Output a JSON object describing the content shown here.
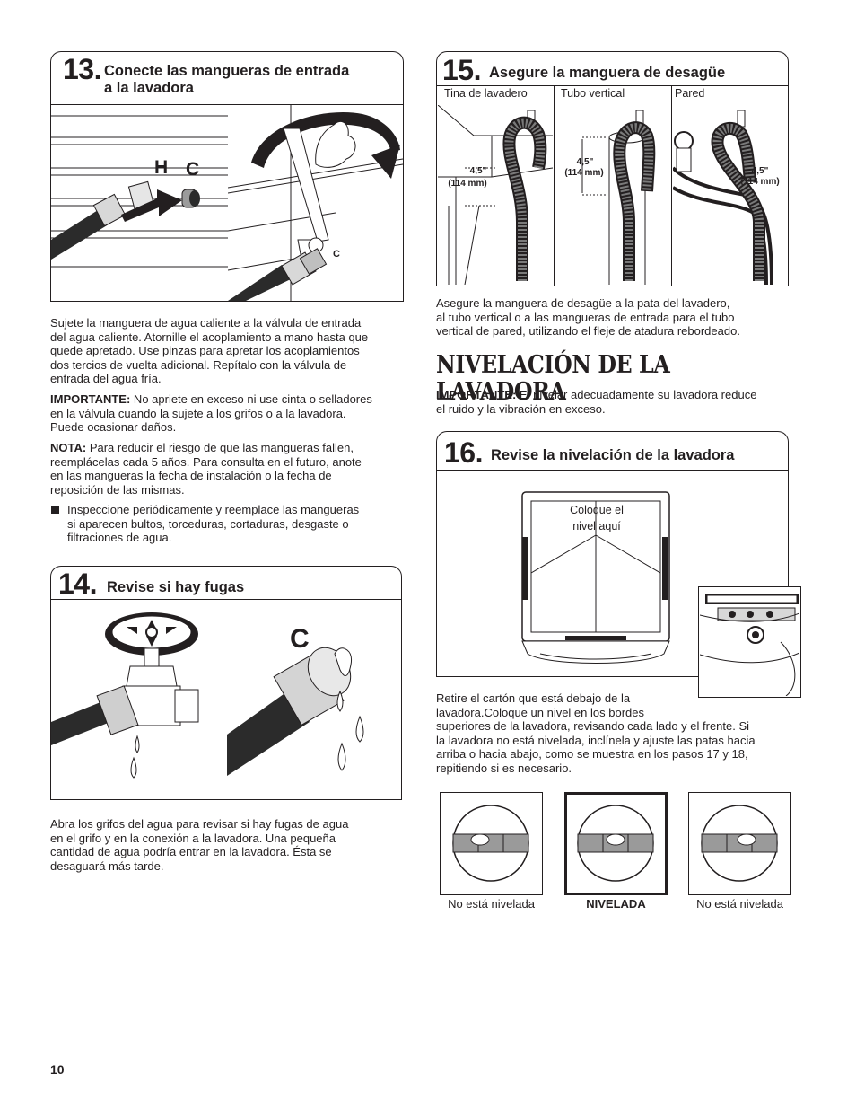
{
  "step13": {
    "number": "13.",
    "title_line1": "Conecte las mangueras de entrada",
    "title_line2": "a la lavadora",
    "label_hot": "H",
    "label_cold": "C",
    "label_cold_small": "C",
    "paragraph_lines": [
      "Sujete la manguera de agua caliente a la válvula de entrada",
      "del agua caliente. Atornille el acoplamiento a mano hasta que",
      "quede apretado.  Use pinzas para apretar los acoplamientos",
      "dos tercios de vuelta adicional. Repítalo con la válvula de",
      "entrada del agua fría."
    ],
    "important_label": "IMPORTANTE:",
    "important_lines": [
      " No apriete en exceso ni use cinta o selladores",
      "en la válvula cuando la sujete a los grifos o a la lavadora.",
      "Puede ocasionar daños."
    ],
    "note_label": "NOTA:",
    "note_lines": [
      " Para reducir el riesgo de que las mangueras fallen,",
      "reemplácelas cada 5 años. Para consulta en el futuro, anote",
      "en las mangueras la fecha de instalación o la fecha de",
      "reposición de las mismas."
    ],
    "bullet_lines": [
      "Inspeccione periódicamente y reemplace las mangueras",
      "si aparecen bultos, torceduras, cortaduras, desgaste o",
      "filtraciones de agua."
    ]
  },
  "step14": {
    "number": "14.",
    "title": "Revise si hay fugas",
    "label_cold": "C",
    "paragraph_lines": [
      "Abra los grifos del agua para revisar si hay fugas de agua",
      "en el grifo y en la conexión a la lavadora. Una pequeña",
      "cantidad de agua podría entrar en la lavadora. Ésta se",
      "desaguará más tarde."
    ]
  },
  "step15": {
    "number": "15.",
    "title": "Asegure la manguera de desagüe",
    "panels": [
      {
        "label": "Tina de lavadero",
        "dim1": "4,5\"",
        "dim2": "(114 mm)"
      },
      {
        "label": "Tubo vertical",
        "dim1": "4,5\"",
        "dim2": "(114 mm)"
      },
      {
        "label": "Pared",
        "dim1": "4,5\"",
        "dim2": "(114 mm)"
      }
    ],
    "paragraph_lines": [
      "Asegure la manguera de desagüe a la pata del lavadero,",
      "al tubo vertical o a las mangueras de entrada para el tubo",
      "vertical de pared, utilizando el fleje de atadura rebordeado."
    ]
  },
  "section": {
    "title": "NIVELACIÓN DE LA LAVADORA",
    "important_label": "IMPORTANTE:",
    "important_lines": [
      " El nivelar adecuadamente su lavadora reduce",
      "el ruido y la vibración en exceso."
    ]
  },
  "step16": {
    "number": "16.",
    "title": "Revise la nivelación de la lavadora",
    "callout_line1": "Coloque el",
    "callout_line2": "nivel aquí",
    "paragraph_lines": [
      "Retire el cartón que está debajo de la",
      "lavadora.Coloque un nivel en los bordes",
      "superiores de la lavadora, revisando cada lado y el frente. Si",
      "la lavadora no está nivelada, inclínela y ajuste las patas hacia",
      "arriba o hacia abajo, como se muestra en los pasos 17 y 18,",
      "repitiendo si es necesario."
    ],
    "levels": [
      {
        "caption": "No está nivelada"
      },
      {
        "caption": "NIVELADA"
      },
      {
        "caption": "No está nivelada"
      }
    ]
  },
  "page_number": "10"
}
